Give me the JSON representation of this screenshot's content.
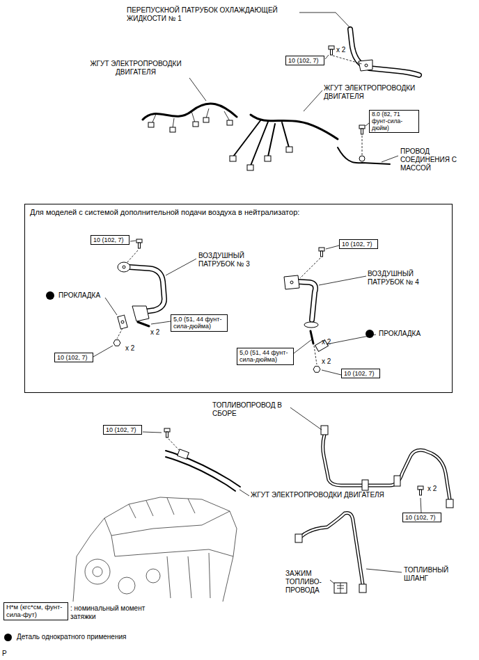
{
  "diagram": {
    "nodes": [
      {
        "text": [
          "10 (102, 7)"
        ]
      },
      {
        "text": [
          "8.0 (82, 71 фунт-сила-дюйм)"
        ]
      },
      {
        "text": [
          "Для моделей с системой дополнительной подачи воздуха в нейтрализатор:"
        ]
      },
      {
        "text": [
          "10 (102, 7)"
        ],
        "in": 2
      },
      {
        "text": [
          "10 (102, 7)"
        ],
        "in": 2
      },
      {
        "text": [
          "5,0 (51, 44 фунт-сила-дюйма)"
        ],
        "in": 2
      },
      {
        "text": [
          "10 (102, 7)"
        ],
        "in": 2
      },
      {
        "text": [
          "5,0 (51, 44 фунт-сила-дюйма)"
        ],
        "in": 2
      },
      {
        "text": [
          "10 (102, 7)"
        ],
        "in": 2
      },
      {
        "text": [
          "10 (102, 7)"
        ]
      },
      {
        "text": [
          "10 (102, 7)"
        ]
      },
      {
        "text": [
          "Н*м (кгс*см, фунт-сила-фут)"
        ]
      }
    ],
    "labels": [
      "ПЕРЕПУСКНОЙ ПАТРУБОК ОХЛАЖДАЮЩЕЙ ЖИДКОСТИ № 1",
      "x 2",
      "ЖГУТ ЭЛЕКТРОПРОВОДКИ ДВИГАТЕЛЯ",
      "ЖГУТ ЭЛЕКТРОПРОВОДКИ ДВИГАТЕЛЯ",
      "ПРОВОД СОЕДИНЕНИЯ С МАССОЙ",
      "ВОЗДУШНЫЙ ПАТРУБОК № 3",
      "ПРОКЛАДКА",
      "x 2",
      "x 2",
      "ВОЗДУШНЫЙ ПАТРУБОК № 4",
      "x 2",
      "ПРОКЛАДКА",
      "x 2",
      "ТОПЛИВОПРОВОД В СБОРЕ",
      "x 2",
      "ЖГУТ ЭЛЕКТРОПРОВОДКИ ДВИГАТЕЛЯ",
      "ТОПЛИВНЫЙ ШЛАНГ",
      "ЗАЖИМ ТОПЛИВО-ПРОВОДА",
      ": номинальный момент затяжки",
      "P"
    ],
    "legend": [
      {
        "text": "Деталь однократного применения",
        "color": "#000000"
      }
    ]
  }
}
